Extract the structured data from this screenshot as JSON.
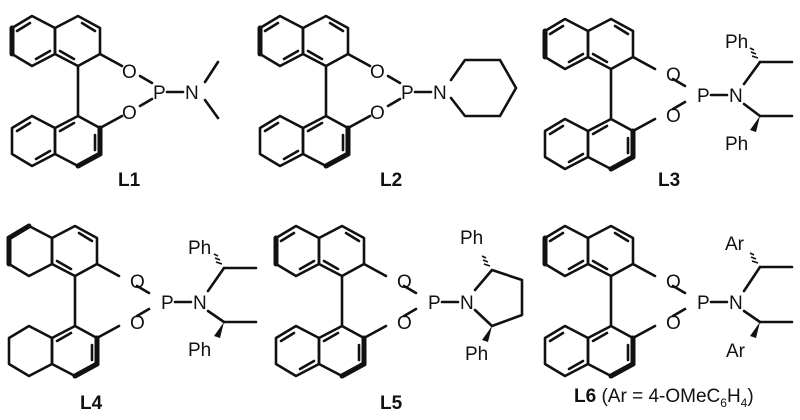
{
  "figure": {
    "description": "Phosphoramidite ligands L1-L6 based on BINOL / H8-BINOL scaffolds",
    "ligands": [
      {
        "id": "L1",
        "label": "L1",
        "backbone": "BINOL",
        "amine": "NMe2",
        "substituent_label": ""
      },
      {
        "id": "L2",
        "label": "L2",
        "backbone": "BINOL",
        "amine": "piperidine",
        "substituent_label": ""
      },
      {
        "id": "L3",
        "label": "L3",
        "backbone": "BINOL",
        "amine": "bis(1-phenylethyl)amine",
        "substituent_label": "Ph"
      },
      {
        "id": "L4",
        "label": "L4",
        "backbone": "H8-BINOL",
        "amine": "bis(1-phenylethyl)amine",
        "substituent_label": "Ph"
      },
      {
        "id": "L5",
        "label": "L5",
        "backbone": "BINOL",
        "amine": "2,5-diphenylpyrrolidine",
        "substituent_label": "Ph"
      },
      {
        "id": "L6",
        "label": "L6",
        "backbone": "BINOL",
        "amine": "bis(1-arylethyl)amine",
        "substituent_label": "Ar",
        "note_prefix": " (Ar = 4-OMeC",
        "note_sub1": "6",
        "note_mid": "H",
        "note_sub2": "4",
        "note_suffix": ")"
      }
    ]
  },
  "atoms": {
    "O": "O",
    "P": "P",
    "N": "N",
    "Ph": "Ph",
    "Ar": "Ar"
  }
}
